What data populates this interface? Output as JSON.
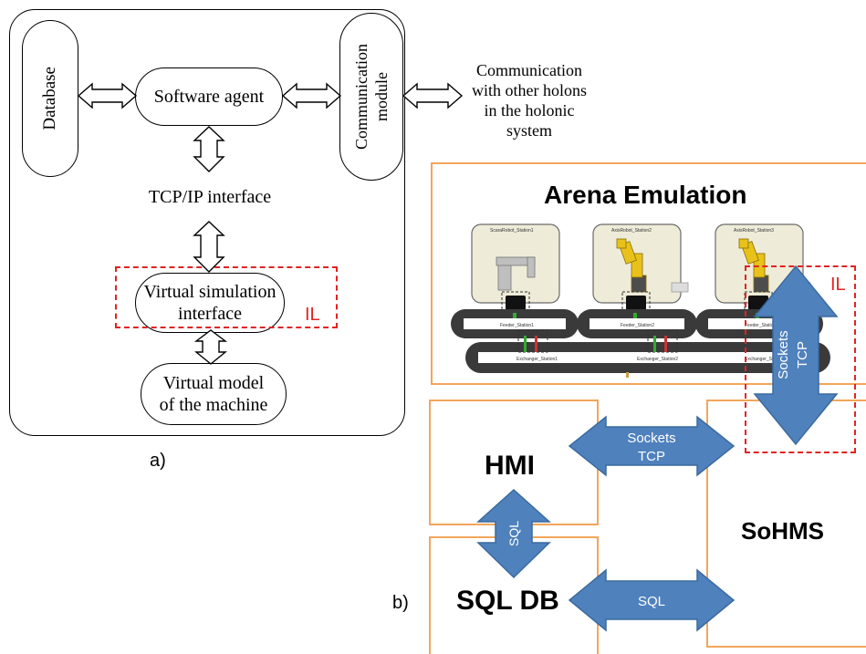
{
  "panel_a": {
    "database": "Database",
    "communication_module": "Communication module",
    "software_agent": "Software agent",
    "tcp_interface": "TCP/IP interface",
    "virtual_sim_line1": "Virtual simulation",
    "virtual_sim_line2": "interface",
    "il_label": "IL",
    "virtual_model_line1": "Virtual model",
    "virtual_model_line2": "of the machine",
    "comm_note_lines": [
      "Communication",
      "with other holons",
      "in the holonic",
      "system"
    ],
    "caption": "a)"
  },
  "panel_b": {
    "title": "Arena Emulation",
    "il_label": "IL",
    "stations": [
      "ScaraRobot_Station1",
      "AxisRobot_Station2",
      "AxisRobot_Station3"
    ],
    "feeders": [
      "Feeder_Station1",
      "Feeder_Station2",
      "Feeder_Station3"
    ],
    "exchangers": [
      "Exchanger_Station1",
      "Exchanger_Station2",
      "Exchanger_Station3"
    ],
    "hmi": "HMI",
    "sohms": "SoHMS",
    "sqldb": "SQL DB",
    "arrow_vertical_l1": "Sockets",
    "arrow_vertical_l2": "TCP",
    "arrow_hmi_sohms_l1": "Sockets",
    "arrow_hmi_sohms_l2": "TCP",
    "arrow_hmi_db": "SQL",
    "arrow_db_sohms": "SQL",
    "caption": "b)"
  },
  "colors": {
    "arrow_fill": "#4f81bd",
    "arrow_stroke": "#3a6a9e",
    "outline_orange": "#f2a65a",
    "il_red": "#e02424"
  }
}
